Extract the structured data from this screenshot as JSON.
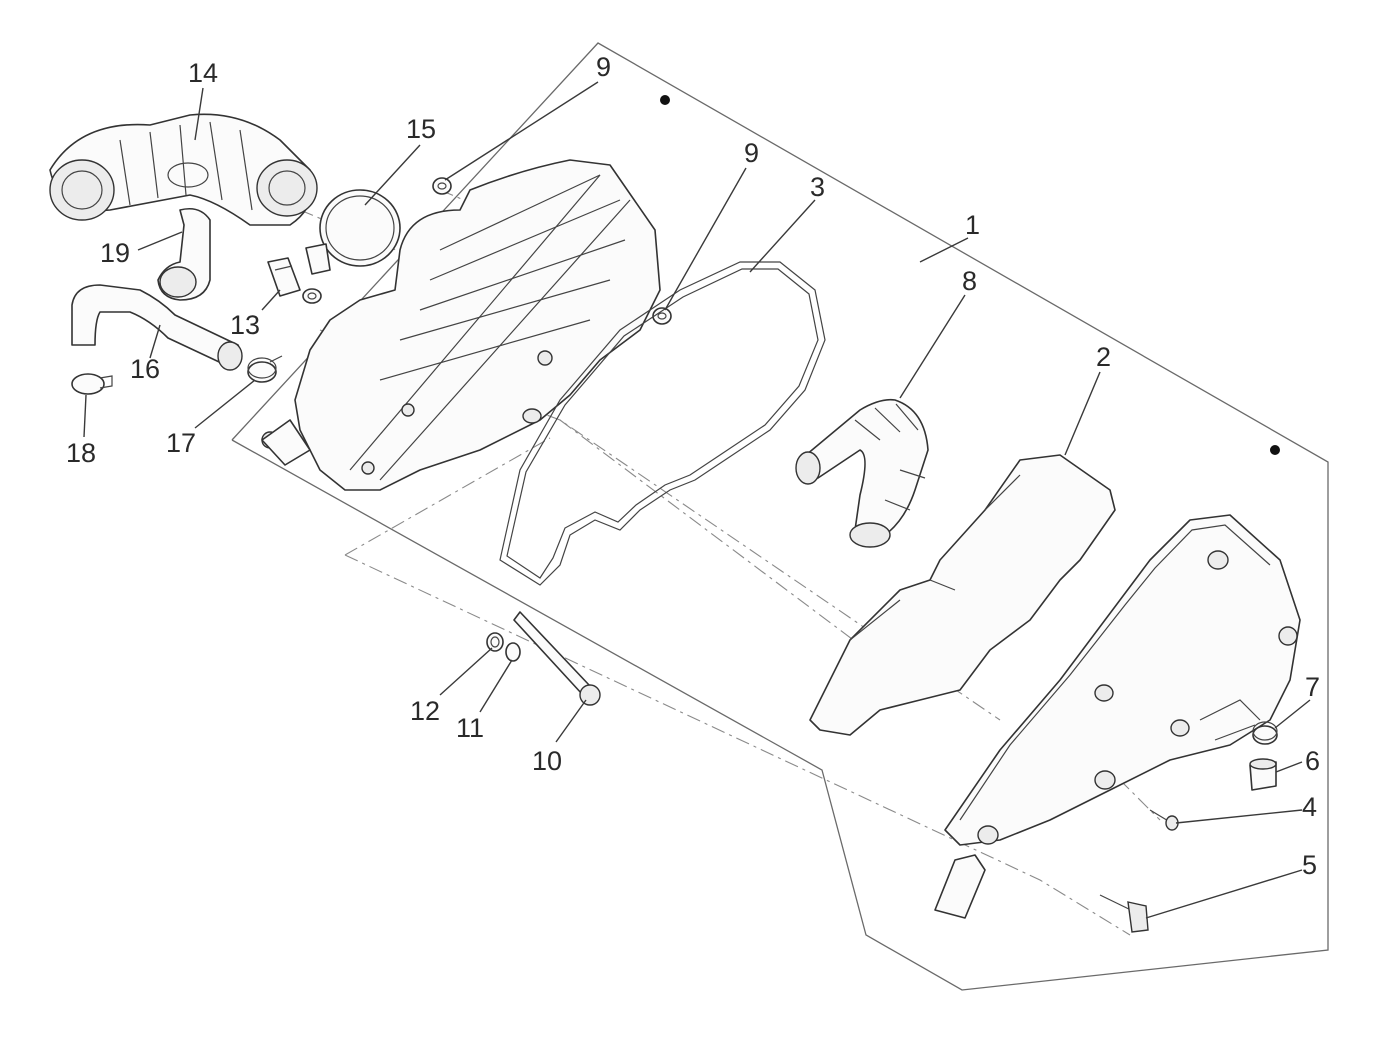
{
  "labels": {
    "p1": "1",
    "p2": "2",
    "p3": "3",
    "p4": "4",
    "p5": "5",
    "p6": "6",
    "p7": "7",
    "p8": "8",
    "p9a": "9",
    "p9b": "9",
    "p10": "10",
    "p11": "11",
    "p12": "12",
    "p13": "13",
    "p14": "14",
    "p15": "15",
    "p16": "16",
    "p17": "17",
    "p18": "18",
    "p19": "19"
  },
  "colors": {
    "line": "#333333",
    "frame": "#6a6a6a",
    "background": "#ffffff"
  }
}
